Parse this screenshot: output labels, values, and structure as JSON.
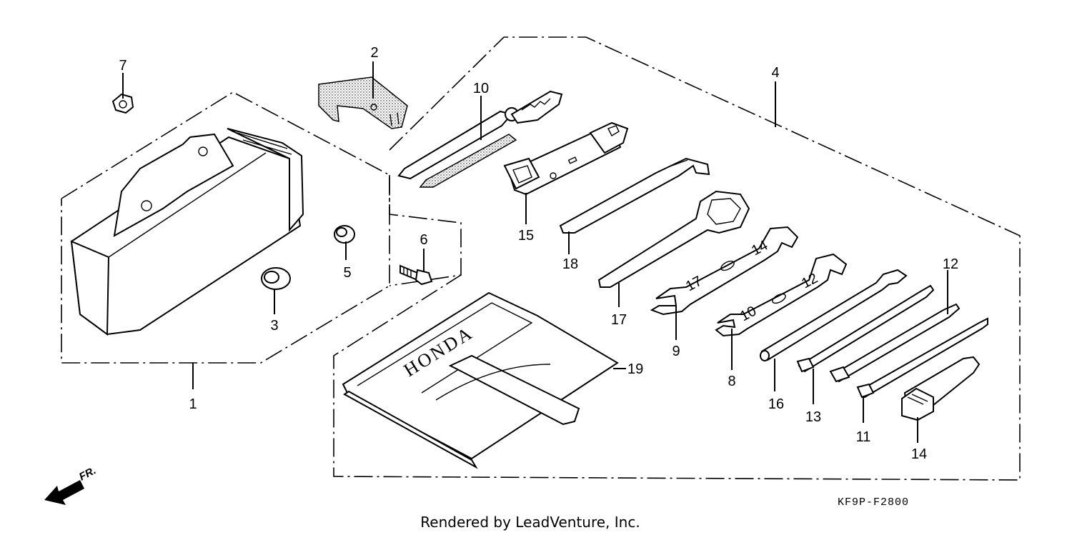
{
  "diagram": {
    "code": "KF9P-F2800",
    "credit": "Rendered by LeadVenture, Inc.",
    "direction_label": "FR.",
    "brand_text": "HONDA",
    "callouts": [
      {
        "id": "1",
        "label": "1"
      },
      {
        "id": "2",
        "label": "2"
      },
      {
        "id": "3",
        "label": "3"
      },
      {
        "id": "4",
        "label": "4"
      },
      {
        "id": "5",
        "label": "5"
      },
      {
        "id": "6",
        "label": "6"
      },
      {
        "id": "7",
        "label": "7"
      },
      {
        "id": "8",
        "label": "8"
      },
      {
        "id": "9",
        "label": "9"
      },
      {
        "id": "10",
        "label": "10"
      },
      {
        "id": "11",
        "label": "11"
      },
      {
        "id": "12",
        "label": "12"
      },
      {
        "id": "13",
        "label": "13"
      },
      {
        "id": "14",
        "label": "14"
      },
      {
        "id": "15",
        "label": "15"
      },
      {
        "id": "16",
        "label": "16"
      },
      {
        "id": "17",
        "label": "17"
      },
      {
        "id": "18",
        "label": "18"
      },
      {
        "id": "19",
        "label": "19"
      }
    ],
    "wrench_sizes": {
      "w9_a": "17",
      "w9_b": "14",
      "w8_a": "12",
      "w8_b": "10"
    }
  }
}
